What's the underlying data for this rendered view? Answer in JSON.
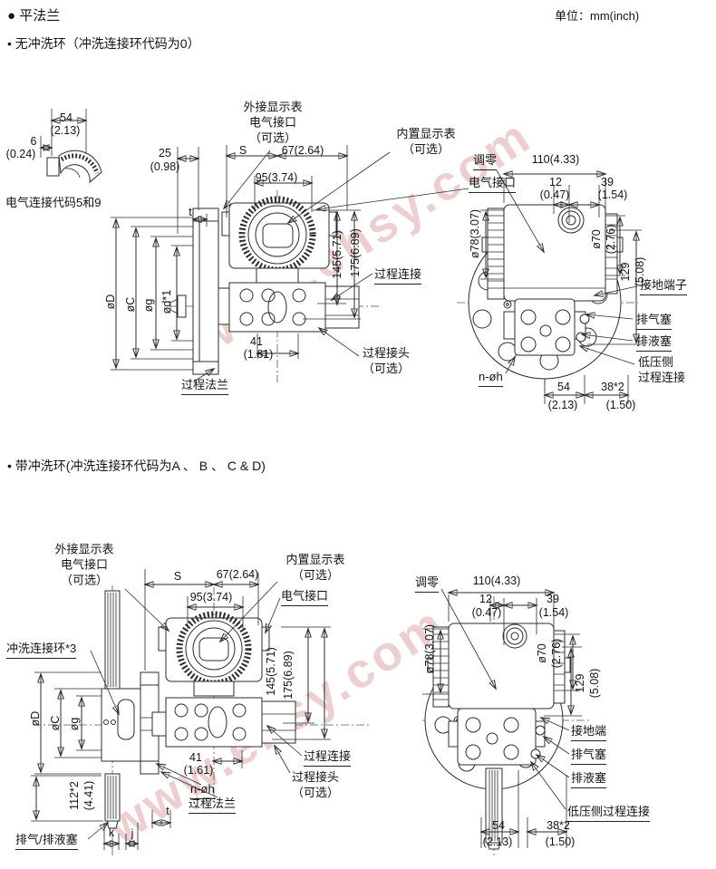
{
  "header": {
    "title": "● 平法兰",
    "unit": "单位：mm(inch)"
  },
  "sections": {
    "no_flush": "• 无冲洗环（冲洗连接环代码为0）",
    "with_flush": "• 带冲洗环(冲洗连接环代码为A 、 B 、 C & D)"
  },
  "watermark": {
    "text": "www.ehsy.com"
  },
  "fig1": {
    "caption": "电气连接代码5和9"
  },
  "dims": {
    "d54": "54",
    "d54_in": "(2.13)",
    "d6": "6",
    "d6_in": "(0.24)",
    "d25": "25",
    "d25_in": "(0.98)",
    "s": "S",
    "d67": "67(2.64)",
    "d95": "95(3.74)",
    "d145": "145(5.71)",
    "d175": "175(6.89)",
    "d41": "41",
    "d41_in": "(1.61)",
    "t": "t",
    "k": "k",
    "j": "j",
    "dD": "øD",
    "dC": "øC",
    "dg": "øg",
    "dd1": "ød*1",
    "d110": "110(4.33)",
    "d12": "12",
    "d12_in": "(0.47)",
    "d39": "39",
    "d39_in": "(1.54)",
    "d78": "ø78(3.07)",
    "d70": "ø70\n(2.76)",
    "d129": "129\n(5.08)",
    "d38": "38*2",
    "d38_in": "(1.50)",
    "d112": "112*2\n(4.41)"
  },
  "labels": {
    "ext_display": "外接显示表\n电气接口\n（可选）",
    "builtin_display": "内置显示表\n（可选）",
    "elec_conn": "电气接口",
    "process_conn": "过程连接",
    "process_adapter": "过程接头\n（可选）",
    "process_flange": "过程法兰",
    "zero": "调零",
    "ground": "接地端子",
    "ground_short": "接地端",
    "vent": "排气塞",
    "drain": "排液塞",
    "lp_two_line": "低压侧\n过程连接",
    "lp_inline": "低压侧过程连接",
    "n_holes": "n-øh",
    "flush_ring": "冲洗连接环*3",
    "vent_drain": "排气/排液塞"
  }
}
